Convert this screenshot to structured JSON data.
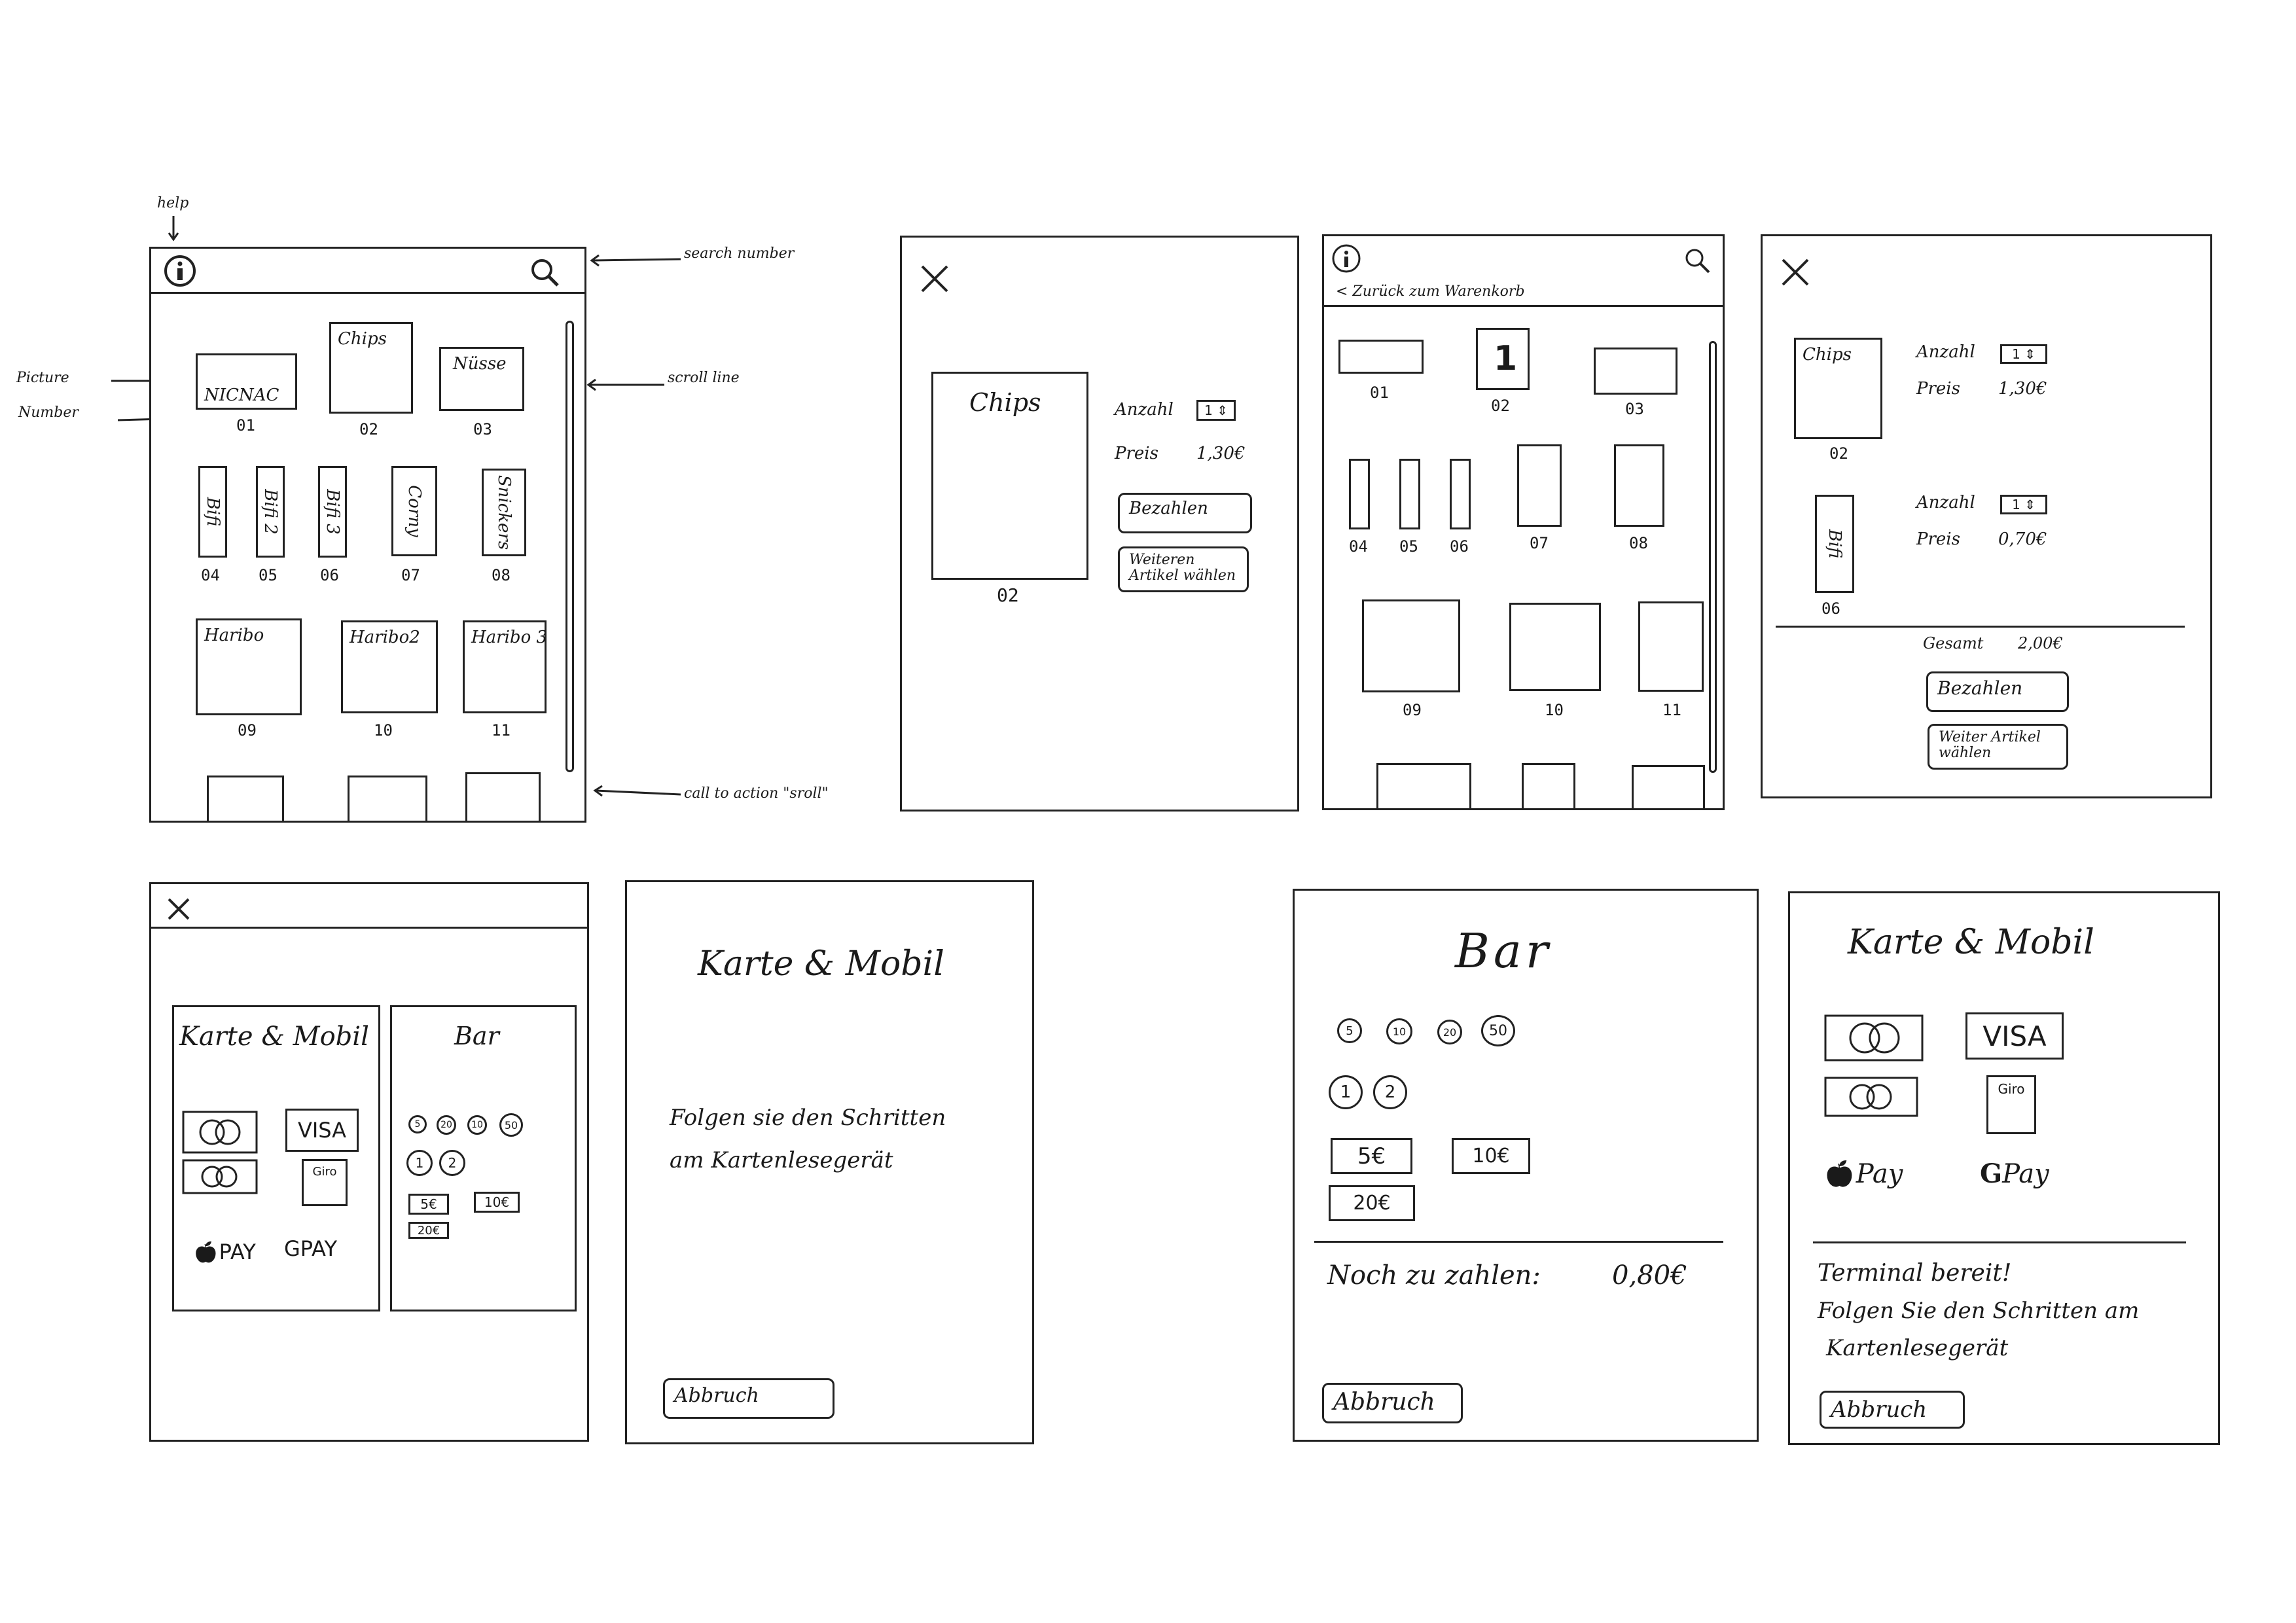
{
  "annotations": {
    "help": "help",
    "search_number": "search number",
    "picture": "Picture",
    "number": "Number",
    "scroll_line": "scroll line",
    "call_to_action": "call to action \"sroll\""
  },
  "screen1": {
    "products": [
      {
        "label": "NICNAC",
        "number": "01"
      },
      {
        "label": "Chips",
        "number": "02"
      },
      {
        "label": "Nüsse",
        "number": "03"
      },
      {
        "label": "Bifi",
        "number": "04"
      },
      {
        "label": "Bifi 2",
        "number": "05"
      },
      {
        "label": "Bifi 3",
        "number": "06"
      },
      {
        "label": "Corny",
        "number": "07"
      },
      {
        "label": "Snickers",
        "number": "08"
      },
      {
        "label": "Haribo",
        "number": "09"
      },
      {
        "label": "Haribo2",
        "number": "10"
      },
      {
        "label": "Haribo 3",
        "number": "11"
      }
    ]
  },
  "screen2": {
    "product_label": "Chips",
    "product_number": "02",
    "quantity_label": "Anzahl",
    "quantity_value": "1",
    "price_label": "Preis",
    "price_value": "1,30€",
    "pay_button": "Bezahlen",
    "more_button": "Weiteren Artikel wählen"
  },
  "screen3": {
    "back_link": "< Zurück zum Warenkorb",
    "numbers": [
      "01",
      "02",
      "03",
      "04",
      "05",
      "06",
      "07",
      "08",
      "09",
      "10",
      "11"
    ],
    "badge": "1"
  },
  "screen4": {
    "items": [
      {
        "label": "Chips",
        "number": "02",
        "quantity_label": "Anzahl",
        "quantity_value": "1",
        "price_label": "Preis",
        "price_value": "1,30€"
      },
      {
        "label": "Bifi",
        "number": "06",
        "quantity_label": "Anzahl",
        "quantity_value": "1",
        "price_label": "Preis",
        "price_value": "0,70€"
      }
    ],
    "total_label": "Gesamt",
    "total_value": "2,00€",
    "pay_button": "Bezahlen",
    "more_button": "Weiter Artikel wählen"
  },
  "screen5": {
    "card_title": "Karte & Mobil",
    "cash_title": "Bar",
    "visa": "VISA",
    "giro": "Giro",
    "apple_pay": "PAY",
    "google_pay": "GPAY",
    "coins": [
      "5",
      "20",
      "10",
      "50"
    ],
    "coins2": [
      "1",
      "2"
    ],
    "notes": [
      "5€",
      "10€",
      "20€"
    ]
  },
  "screen6": {
    "title": "Karte & Mobil",
    "message_line1": "Folgen sie den Schritten",
    "message_line2": "am Kartenlesegerät",
    "cancel": "Abbruch"
  },
  "screen7": {
    "title": "Bar",
    "coins": [
      "5",
      "10",
      "20",
      "50"
    ],
    "coins2": [
      "1",
      "2"
    ],
    "notes": [
      "5€",
      "10€",
      "20€"
    ],
    "remaining": "Noch zu zahlen:",
    "remaining_value": "0,80€",
    "cancel": "Abbruch"
  },
  "screen8": {
    "title": "Karte & Mobil",
    "visa": "VISA",
    "giro": "Giro",
    "apple_pay": "Pay",
    "google_pay": "Pay",
    "message_line1": "Terminal bereit!",
    "message_line2": "Folgen Sie den Schritten am",
    "message_line3": "Kartenlesegerät",
    "cancel": "Abbruch"
  }
}
